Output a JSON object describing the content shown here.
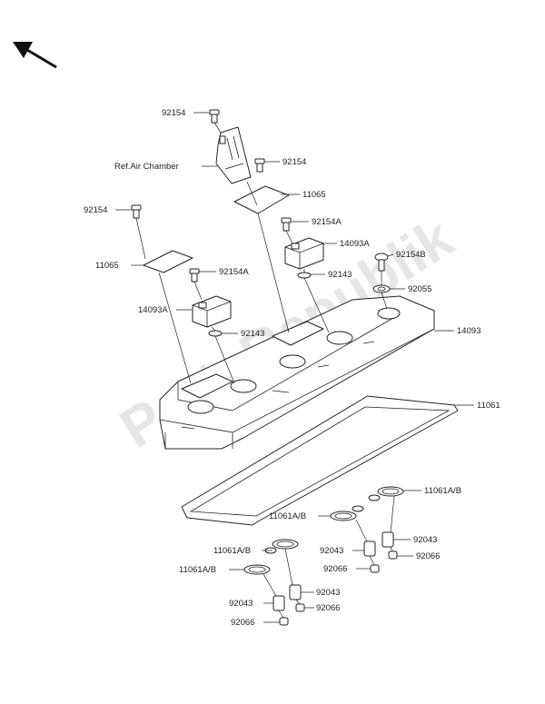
{
  "diagram": {
    "watermark": "PartsRepublik",
    "orientation_icon": "arrow-up-left-icon",
    "labels": {
      "bolt_top": "92154",
      "ref_air_chamber": "Ref.Air Chamber",
      "bolt_right_upper": "92154",
      "gasket_right": "11065",
      "bolt_left": "92154",
      "bolt_a_right": "92154A",
      "gasket_left": "11065",
      "bracket_right": "14093A",
      "bolt_b": "92154B",
      "bolt_a_left": "92154A",
      "washer_right": "92143",
      "seal_92055": "92055",
      "bracket_left": "14093A",
      "cover": "14093",
      "washer_left": "92143",
      "cover_gasket": "11061",
      "plug_gasket_r1": "11061A/B",
      "plug_gasket_r2": "11061A/B",
      "collar_r2": "92043",
      "collar_r1": "92043",
      "plug_gasket_l1": "11061A/B",
      "plug_gasket_l2": "11061A/B",
      "grommet_r1": "92066",
      "grommet_r2": "92066",
      "collar_l1": "92043",
      "collar_l2": "92043",
      "grommet_l1": "92066",
      "grommet_l2": "92066"
    }
  }
}
